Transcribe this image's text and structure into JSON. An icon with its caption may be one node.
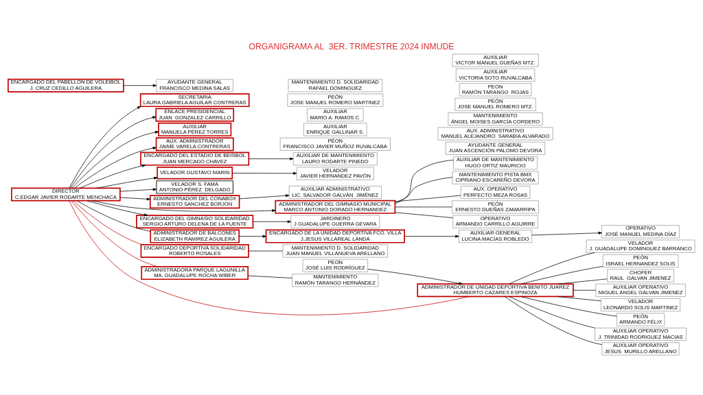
{
  "diagram": {
    "title": "ORGANIGRAMA AL  3ER. TRIMESTRE 2024 INMUDE",
    "nodes": [
      {
        "text": [
          "DIRECTOR",
          "C.EDGAR JAVIER RODARTE MENCHACA"
        ]
      },
      {
        "text": [
          "SECRETARIA",
          "LAURA GABRIELA AGUILAR CONTRERAS"
        ]
      },
      {
        "text": [
          "ENLACE PRESIDENCIAL",
          "JUAN  GONZALEZ CARRILLO"
        ]
      },
      {
        "text": [
          "AUXILIAR",
          "MANUELA PÉREZ TORRES"
        ]
      },
      {
        "text": [
          "AUX. ADMINISTRADOR",
          "JAIME VARELA CONTRERAS"
        ]
      },
      {
        "text": [
          "ENCARGADO DEL ESTADIO DE BEISBOL",
          "JUAN MERCADO CHAVEZ"
        ]
      },
      {
        "text": [
          "AUXILIAR DE MANTENIMIENTO",
          "LAURO RODARTE PINEDO"
        ]
      },
      {
        "text": [
          "PÉON",
          "FRANCISCO JAVIER MUÑOZ RUVALCABA"
        ]
      },
      {
        "text": [
          "VELADOR",
          "JAVIER HERNANDEZ PAVÓN"
        ]
      },
      {
        "text": [
          "VELADOR GUSTAVO MARIN"
        ]
      },
      {
        "text": [
          "VELADOR S. FAMA",
          "ANTONIO PÉREZ  DELGADO"
        ]
      },
      {
        "text": [
          "ADMINISTRADOR DEL CONABOX",
          "ERNESTO SANCHEZ BORJON"
        ]
      },
      {
        "text": [
          "AUXILIAR ADMINISTRATIVO",
          "LIC. SALVADOR GALVÁN  JIMÉNEZ"
        ]
      },
      {
        "text": [
          "ADMINISTRADOR DEL GIMNASIO MUNICIPAL",
          "MARCO ANTONIO DORADO HERNANDEZ"
        ]
      },
      {
        "text": [
          "AUXILIAR",
          "ENRIQUE GALLINAR S."
        ]
      },
      {
        "text": [
          "AUXILIAR",
          "MARIO A. RAMOS C."
        ]
      },
      {
        "text": [
          "ENCARGADO DEL GIMNASIO SOLIDARIDAD",
          "SERGIO ARTURO DELENA DE LA FUENTE"
        ]
      },
      {
        "text": [
          "PEÓN",
          "JOSE MANUEL ROMERO MARTINEZ"
        ]
      },
      {
        "text": [
          "JARDINERO",
          "J GUADALUPE GUERRA GEVARA"
        ]
      },
      {
        "text": [
          "AUX. OPERATIVO",
          "PERFECTO MEZA ROSAS"
        ]
      },
      {
        "text": [
          "AYUDANTE GENERAL",
          "JUAN ASCENCIÓN PALOMO DEVORA"
        ]
      },
      {
        "text": [
          "AUX. ADMINISTRATIVO",
          "MANUEL ALEJANDRO  SARABIA ALVARADO"
        ]
      },
      {
        "text": [
          "PEÓN",
          "ERNESTO DUEÑAS ZAMARRIPA"
        ]
      },
      {
        "text": [
          "OPERATIVO",
          "ARMANDO CARRILLO AGUIRRE"
        ]
      },
      {
        "text": [
          "AUXILIAR DE MANTENIMIENTO",
          "HUGO ORTIZ MAURICIO"
        ]
      },
      {
        "text": [
          "MANTENIMIENTO PISTA BMX",
          "CIPRIANO ESCAREÑO DEVORA"
        ]
      },
      {
        "text": [
          "MANTENIMIENTO",
          "ÁNGEL MOISES GARCÍA CORDERO"
        ]
      },
      {
        "text": [
          "ADMINISTRADOR DE UNIDAD DEPORTIVA BENITO JUAREZ",
          "HUMBERTO CAZARES ESPINOZA"
        ]
      },
      {
        "text": [
          "PEON",
          "JOSÉ LUIS RODRÍGUEZ"
        ]
      },
      {
        "text": [
          "VELADOR",
          "J. GUADALUPE DOMINGUEZ BARRANCO"
        ]
      },
      {
        "text": [
          "PEÓN",
          "ISRAEL HERNANDEZ SOLIS"
        ]
      },
      {
        "text": [
          "CHOFER",
          "RAUL  GALVAN JIMENEZ"
        ]
      },
      {
        "text": [
          "AUXILIAR OPERATIVO",
          "MIGUEL ANGEL GALVAN JIMENEZ"
        ]
      },
      {
        "text": [
          "VELADOR",
          "LEONARDO SOLIS MARTINEZ"
        ]
      },
      {
        "text": [
          "PEÓN",
          "ARMANDO FÉLIX"
        ]
      },
      {
        "text": [
          "AUXILIAR OPERATIVO",
          "J. TRINIDAD RODRIGUEZ MACIAS"
        ]
      },
      {
        "text": [
          "AUXILIAR OPERATIVO",
          "JESUS  MURILLO ARELLANO"
        ]
      },
      {
        "text": [
          "ENCARGADO DEPORTIVA SOLIDARIDAD",
          "ROBERTO ROSALES"
        ]
      },
      {
        "text": [
          "MANTENIMIENTO D. SOLIDARIDAD",
          "JUAN MANUEL VILLANUEVA ARELLANO"
        ]
      },
      {
        "text": [
          "MANTENIMIENTO D. SOLIDARIDAD",
          "RAFAEL DOMINGUEZ"
        ]
      },
      {
        "text": [
          "ADMINISTRADOR DE BALCONES",
          "ELIZABETH RAMIREZ AGUILERA"
        ]
      },
      {
        "text": [
          "ENCARGADO DE LA UNIDAD DEPORTIVA FCO. VILLA",
          "J.JESUS VILLAREAL LANDA"
        ]
      },
      {
        "text": [
          "AUXILIAR GENERAL",
          "LUCINA MACÍAS ROBLEDO"
        ]
      },
      {
        "text": [
          "OPERATIVO",
          "JOSÉ MANUEL MEDINA DÍAZ"
        ]
      },
      {
        "text": [
          "ADMINISTRADORA PARQUE LAGUNILLA",
          "MA. GUADALUPE ROCHA WIBER"
        ]
      },
      {
        "text": [
          "MANTENIMIENTO",
          "RAMÓN TARANGO HERNÁNDEZ"
        ]
      },
      {
        "text": [
          "PEÓN",
          "JOSE MANUEL ROMERO MTZ."
        ]
      },
      {
        "text": [
          "PEON",
          "RAMÓN TARANGO  ROJAS"
        ]
      },
      {
        "text": [
          "AUXILIAR",
          "VICTORIA SOTO RUVALCABA"
        ]
      },
      {
        "text": [
          "AUXILIAR",
          "VICTOR MANUEL DUEÑAS MTZ."
        ]
      },
      {
        "text": [
          "ENCARGADO DEL PABELLÓN DE VOLEIBOL",
          "J. CRUZ CEDILLO AGUILERA"
        ]
      },
      {
        "text": [
          "AYUDANTE GENERAL",
          "FRANCISCO MEDINA SALAS"
        ]
      }
    ],
    "edges": [
      {
        "from": 0,
        "to": 1,
        "arrow": "to"
      },
      {
        "from": 0,
        "to": 2,
        "arrow": "to"
      },
      {
        "from": 0,
        "to": 3,
        "arrow": "to"
      },
      {
        "from": 0,
        "to": 4,
        "arrow": "to"
      },
      {
        "from": 0,
        "to": 5,
        "arrow": "to"
      },
      {
        "from": 5,
        "to": 6,
        "arrow": "to"
      },
      {
        "from": 0,
        "to": 9,
        "arrow": "to"
      },
      {
        "from": 9,
        "to": 8,
        "arrow": "to"
      },
      {
        "from": 0,
        "to": 10,
        "arrow": "to"
      },
      {
        "from": 0,
        "to": 11,
        "arrow": "to"
      },
      {
        "from": 11,
        "to": 12,
        "arrow": "to"
      },
      {
        "from": 0,
        "to": 13,
        "arrow": "to"
      },
      {
        "from": 0,
        "to": 16,
        "arrow": "to"
      },
      {
        "from": 16,
        "to": 18,
        "arrow": "to"
      },
      {
        "from": 13,
        "to": 19,
        "arrow": "none"
      },
      {
        "from": 13,
        "to": 22,
        "arrow": "none"
      },
      {
        "from": 13,
        "to": 23,
        "arrow": "none"
      },
      {
        "from": 13,
        "to": 24,
        "arrow": "none"
      },
      {
        "from": 13,
        "to": 25,
        "arrow": "none"
      },
      {
        "from": 0,
        "to": 27,
        "arrow": "none",
        "color": "#c00000"
      },
      {
        "from": 28,
        "to": 27,
        "arrow": "to"
      },
      {
        "from": 27,
        "to": 29,
        "arrow": "none"
      },
      {
        "from": 27,
        "to": 30,
        "arrow": "none"
      },
      {
        "from": 27,
        "to": 31,
        "arrow": "none"
      },
      {
        "from": 27,
        "to": 32,
        "arrow": "none"
      },
      {
        "from": 27,
        "to": 33,
        "arrow": "none"
      },
      {
        "from": 27,
        "to": 34,
        "arrow": "none"
      },
      {
        "from": 27,
        "to": 35,
        "arrow": "none"
      },
      {
        "from": 27,
        "to": 36,
        "arrow": "none"
      },
      {
        "from": 0,
        "to": 37,
        "arrow": "none",
        "color": "#c00000"
      },
      {
        "from": 37,
        "to": 38,
        "arrow": "none"
      },
      {
        "from": 0,
        "to": 40,
        "arrow": "none"
      },
      {
        "from": 40,
        "to": 41,
        "arrow": "to"
      },
      {
        "from": 41,
        "to": 42,
        "arrow": "to"
      },
      {
        "from": 42,
        "to": 43,
        "arrow": "to"
      },
      {
        "from": 0,
        "to": 44,
        "arrow": "none",
        "color": "#c00000"
      },
      {
        "from": 44,
        "to": 45,
        "arrow": "none"
      },
      {
        "from": 50,
        "to": 51,
        "arrow": "to"
      }
    ]
  }
}
